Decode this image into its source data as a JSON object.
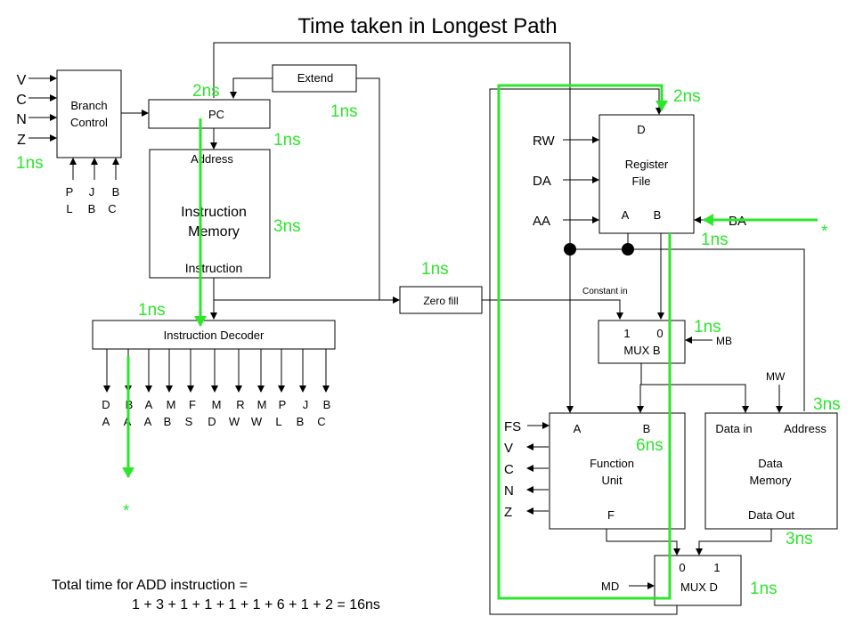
{
  "title": "Time taken in Longest Path",
  "blocks": {
    "branch_control": [
      "Branch",
      "Control"
    ],
    "extend": "Extend",
    "pc": "PC",
    "imem": {
      "top": "Address",
      "mid": [
        "Instruction",
        "Memory"
      ],
      "bottom": "Instruction"
    },
    "decoder": "Instruction Decoder",
    "zero_fill": "Zero fill",
    "regfile": {
      "top": "D",
      "mid": [
        "Register",
        "File"
      ],
      "a": "A",
      "b": "B"
    },
    "muxb": {
      "in1": "1",
      "in0": "0",
      "name": "MUX B"
    },
    "fu": {
      "a": "A",
      "b": "B",
      "mid": [
        "Function",
        "Unit"
      ],
      "f": "F"
    },
    "dmem": {
      "din": "Data in",
      "addr": "Address",
      "mid": [
        "Data",
        "Memory"
      ],
      "dout": "Data Out"
    },
    "muxd": {
      "in0": "0",
      "in1": "1",
      "name": "MUX D"
    }
  },
  "signals": {
    "vcnz_left": [
      "V",
      "C",
      "N",
      "Z"
    ],
    "branch_inputs_top": [
      "P",
      "J",
      "B"
    ],
    "branch_inputs_bottom": [
      "L",
      "B",
      "C"
    ],
    "decoder_top": [
      "D",
      "B",
      "A",
      "M",
      "F",
      "M",
      "R",
      "M",
      "P",
      "J",
      "B"
    ],
    "decoder_bottom": [
      "A",
      "A",
      "A",
      "B",
      "S",
      "D",
      "W",
      "W",
      "L",
      "B",
      "C"
    ],
    "rw": "RW",
    "da": "DA",
    "aa": "AA",
    "ba": "BA",
    "constant_in": "Constant in",
    "mb": "MB",
    "mw": "MW",
    "md": "MD",
    "fs_vcnz": [
      "FS",
      "V",
      "C",
      "N",
      "Z"
    ]
  },
  "timings": {
    "t_pc": "2ns",
    "t_extend": "1ns",
    "t_imem_top": "1ns",
    "t_imem": "3ns",
    "t_flags": "1ns",
    "t_decoder": "1ns",
    "t_zero": "1ns",
    "t_reg": "2ns",
    "t_ba": "1ns",
    "t_muxb": "1ns",
    "t_dmem_in": "3ns",
    "t_fu": "6ns",
    "t_dmem_out": "3ns",
    "t_muxd": "1ns"
  },
  "markers": {
    "star1": "*",
    "star2": "*"
  },
  "total": {
    "line1": "Total time for ADD instruction =",
    "line2": "1 + 3 + 1 + 1 + 1 + 1 + 6 + 1 + 2 = 16ns"
  },
  "colors": {
    "highlight": "#2ce62c",
    "ink": "#000000"
  }
}
